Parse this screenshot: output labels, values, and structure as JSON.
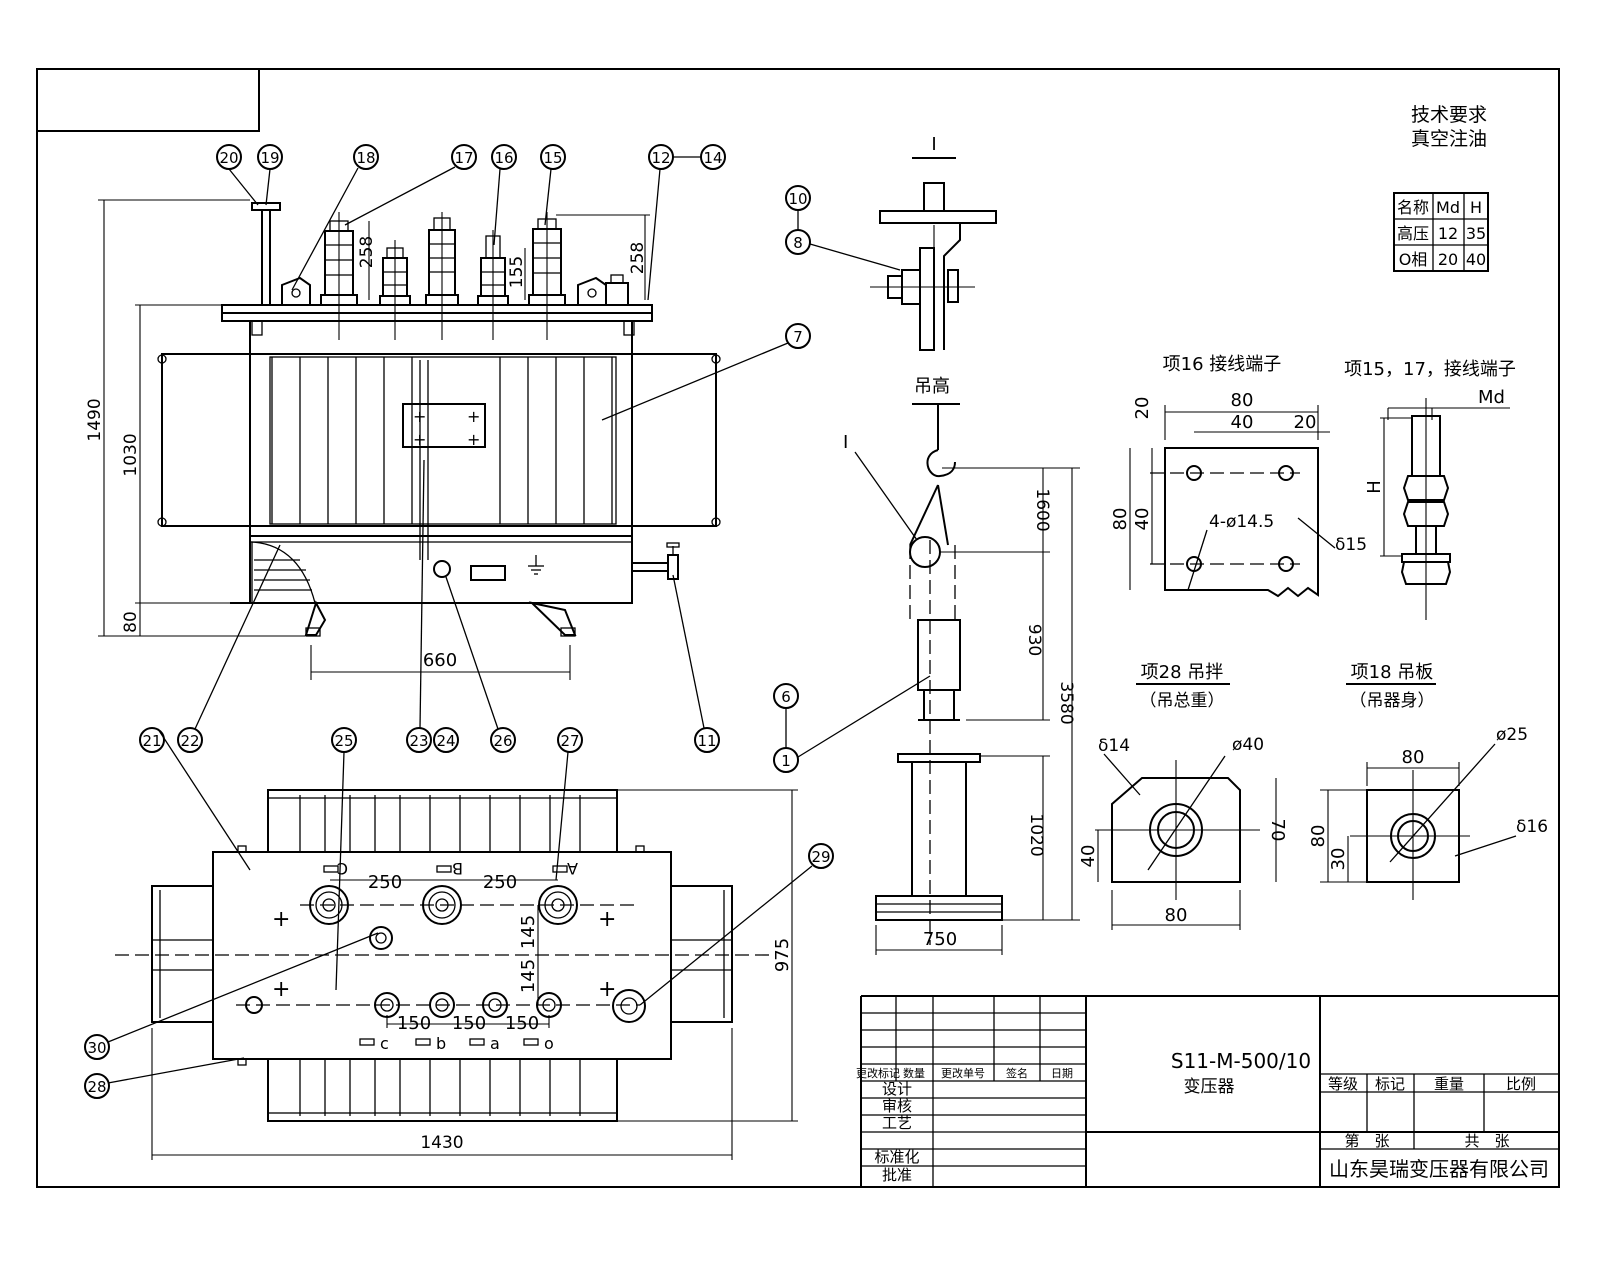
{
  "tech_requirements": {
    "title": "技术要求",
    "line1": "真空注油"
  },
  "param_table": {
    "headers": [
      "名称",
      "Md",
      "H"
    ],
    "rows": [
      [
        "高压",
        "12",
        "35"
      ],
      [
        "O相",
        "20",
        "40"
      ]
    ]
  },
  "views": {
    "detail_I_label": "I",
    "hoist_label": "吊高",
    "hoist_I_label": "I",
    "terminal16_title": "项16 接线端子",
    "terminal15_title": "项15，17，接线端子",
    "terminal15_md": "Md",
    "terminal15_h": "H",
    "lift28_title": "项28 吊拌",
    "lift28_sub": "（吊总重）",
    "lift18_title": "项18 吊板",
    "lift18_sub": "（吊器身）",
    "terminal16_hole_note": "4-ø14.5",
    "terminal16_thk": "δ15",
    "lift28_thk": "δ14",
    "lift28_dia": "ø40",
    "lift18_dia": "ø25",
    "lift18_thk": "δ16"
  },
  "dimensions": {
    "front_height_total": "1490",
    "front_height_body": "1030",
    "front_base": "80",
    "front_width": "660",
    "bushing_h1": "258",
    "bushing_h2": "155",
    "bushing_h3": "258",
    "hoist_1600": "1600",
    "hoist_930": "930",
    "hoist_3580": "3580",
    "hoist_1020": "1020",
    "hoist_750": "750",
    "t16_80w": "80",
    "t16_40": "40",
    "t16_20": "20",
    "t16_20b": "20",
    "t16_80h": "80",
    "t16_40h": "40",
    "l28_80": "80",
    "l28_70": "70",
    "l28_40": "40",
    "l18_80": "80",
    "l18_80h": "80",
    "l18_30": "30",
    "top_250a": "250",
    "top_250b": "250",
    "top_145a": "145",
    "top_145b": "145",
    "top_150a": "150",
    "top_150b": "150",
    "top_150c": "150",
    "top_975": "975",
    "top_1430": "1430"
  },
  "phase_labels": {
    "hv": [
      "C",
      "B",
      "A"
    ],
    "lv": [
      "c",
      "b",
      "a",
      "o"
    ]
  },
  "balloons": [
    "20",
    "19",
    "18",
    "17",
    "16",
    "15",
    "12",
    "14",
    "10",
    "8",
    "7",
    "6",
    "1",
    "11",
    "21",
    "22",
    "23",
    "24",
    "26",
    "25",
    "27",
    "29",
    "30",
    "28"
  ],
  "title_block": {
    "model": "S11-M-500/10",
    "product": "变压器",
    "change_cols": [
      "更改标记",
      "数量",
      "更改单号",
      "签名",
      "日期"
    ],
    "roles": [
      "设计",
      "审核",
      "工艺",
      "标准化",
      "批准"
    ],
    "stage_cols": [
      "等级",
      "标记",
      "重量",
      "比例"
    ],
    "sheet_no": "第　张",
    "sheet_total": "共　张",
    "company": "山东昊瑞变压器有限公司"
  }
}
